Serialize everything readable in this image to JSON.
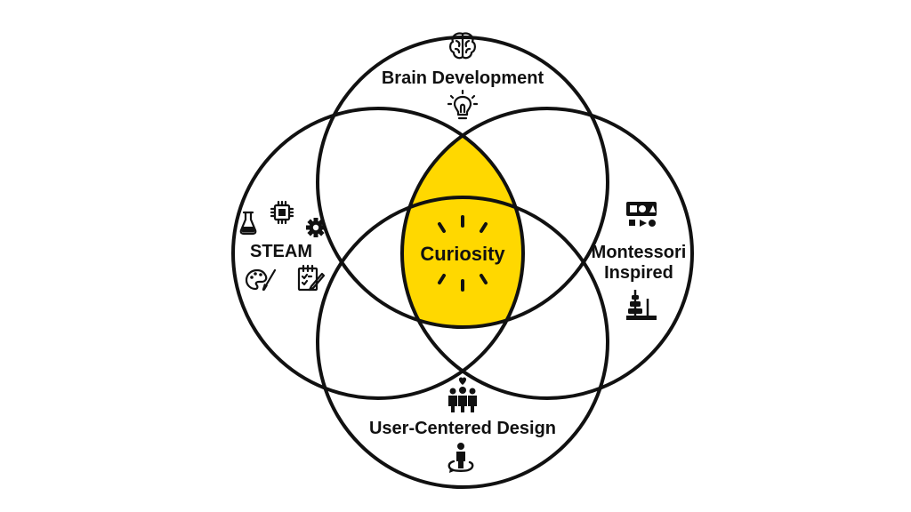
{
  "diagram": {
    "center": {
      "label": "Curiosity",
      "highlight_color": "#FFD800"
    },
    "sets": [
      {
        "id": "brain",
        "label": "Brain Development",
        "icons": [
          "brain-icon",
          "lightbulb-icon"
        ]
      },
      {
        "id": "steam",
        "label": "STEAM",
        "icons": [
          "flask-icon",
          "chip-icon",
          "gear-icon",
          "palette-icon",
          "checklist-icon"
        ]
      },
      {
        "id": "montessori",
        "label_line1": "Montessori",
        "label_line2": "Inspired",
        "icons": [
          "shapes-icon",
          "stacking-toy-icon"
        ]
      },
      {
        "id": "ucd",
        "label": "User-Centered Design",
        "icons": [
          "people-heart-icon",
          "person-cycle-icon"
        ]
      }
    ],
    "colors": {
      "outline": "#111111",
      "background": "#FFFFFF"
    }
  }
}
